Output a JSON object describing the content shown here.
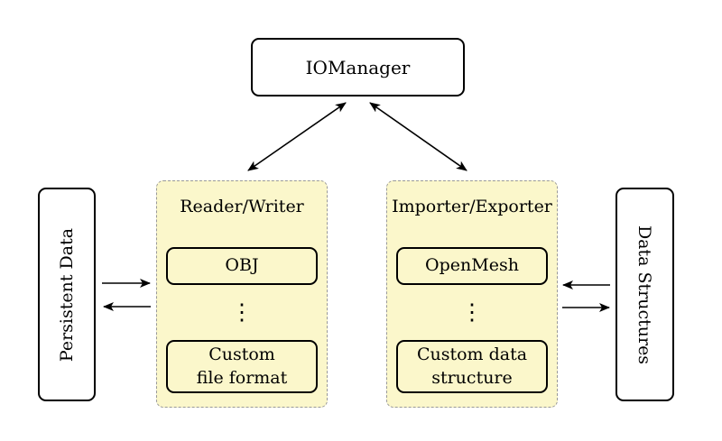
{
  "colors": {
    "panel_fill": "#fbf7cb",
    "panel_border": "#999999",
    "node_border": "#000000",
    "background": "#ffffff",
    "arrow": "#000000"
  },
  "iomanager": {
    "label": "IOManager"
  },
  "reader_writer_panel": {
    "title": "Reader/Writer",
    "top_item": "OBJ",
    "ellipsis": "⋮",
    "bottom_item_line1": "Custom",
    "bottom_item_line2": "file format"
  },
  "importer_exporter_panel": {
    "title": "Importer/Exporter",
    "top_item": "OpenMesh",
    "ellipsis": "⋮",
    "bottom_item_line1": "Custom data",
    "bottom_item_line2": "structure"
  },
  "persistent_data": {
    "label": "Persistent Data"
  },
  "data_structures": {
    "label": "Data Structures"
  }
}
